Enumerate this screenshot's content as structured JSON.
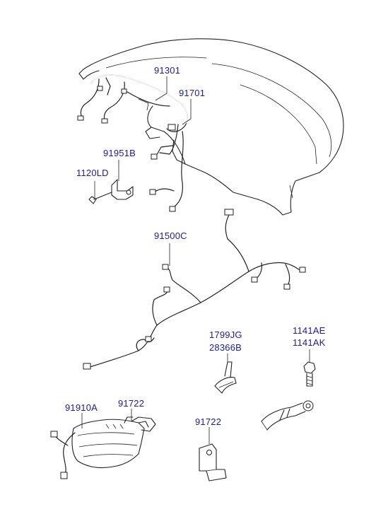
{
  "labels": {
    "l91301": "91301",
    "l91701": "91701",
    "l91951B": "91951B",
    "l1120LD": "1120LD",
    "l91500C": "91500C",
    "l1799JG": "1799JG",
    "l28366B": "28366B",
    "l1141AE": "1141AE",
    "l1141AK": "1141AK",
    "l91910A": "91910A",
    "l91722a": "91722",
    "l91722b": "91722"
  },
  "colors": {
    "label": "#1a1aa8",
    "line": "#222222",
    "background": "#ffffff"
  }
}
